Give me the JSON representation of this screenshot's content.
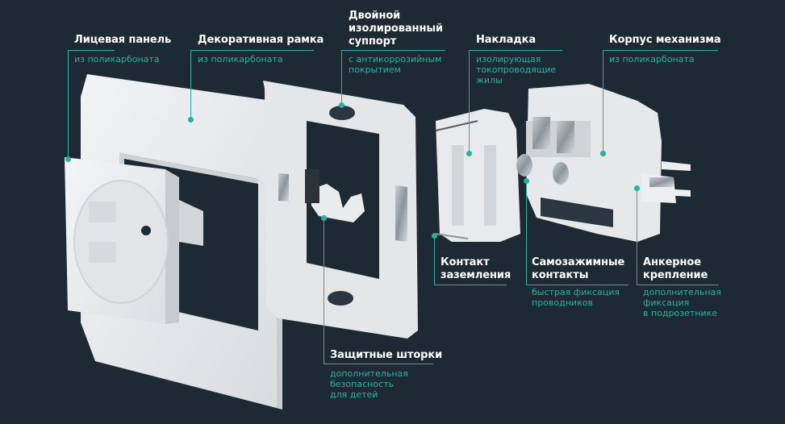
{
  "diagram": {
    "title": "Exploded view of a socket (Schuko) with labelled components",
    "colors": {
      "background": "#1d2a33",
      "accent": "#1fb3a0",
      "title_text": "#ffffff",
      "part_plastic": "#e6e8ea"
    },
    "callouts": [
      {
        "id": "face-panel",
        "title": "Лицевая панель",
        "subtitle": "из поликарбоната"
      },
      {
        "id": "decorative-frame",
        "title": "Декоративная рамка",
        "subtitle": "из поликарбоната"
      },
      {
        "id": "insulated-support",
        "title": "Двойной изолированный суппорт",
        "title_lines": [
          "Двойной",
          "изолированный",
          "суппорт"
        ],
        "subtitle": "с антикоррозийным покрытием",
        "subtitle_lines": [
          "с антикоррозийным",
          "покрытием"
        ]
      },
      {
        "id": "cover-plate",
        "title": "Накладка",
        "subtitle": "изолирующая токопроводящие жилы",
        "subtitle_lines": [
          "изолирующая",
          "токопроводящие",
          "жилы"
        ]
      },
      {
        "id": "mechanism-housing",
        "title": "Корпус механизма",
        "subtitle": "из поликарбоната"
      },
      {
        "id": "ground-contact",
        "title": "Контакт заземления",
        "title_lines": [
          "Контакт",
          "заземления"
        ],
        "subtitle": ""
      },
      {
        "id": "self-clamping-contacts",
        "title": "Самозажимные контакты",
        "title_lines": [
          "Самозажимные",
          "контакты"
        ],
        "subtitle": "быстрая фиксация проводников",
        "subtitle_lines": [
          "быстрая фиксация",
          "проводников"
        ]
      },
      {
        "id": "anchor-mount",
        "title": "Анкерное крепление",
        "title_lines": [
          "Анкерное",
          "крепление"
        ],
        "subtitle": "дополнительная фиксация в подрозетнике",
        "subtitle_lines": [
          "дополнительная",
          "фиксация",
          "в подрозетнике"
        ]
      },
      {
        "id": "safety-shutters",
        "title": "Защитные шторки",
        "subtitle": "дополнительная безопасность для детей",
        "subtitle_lines": [
          "дополнительная",
          "безопасность",
          "для детей"
        ]
      }
    ]
  }
}
